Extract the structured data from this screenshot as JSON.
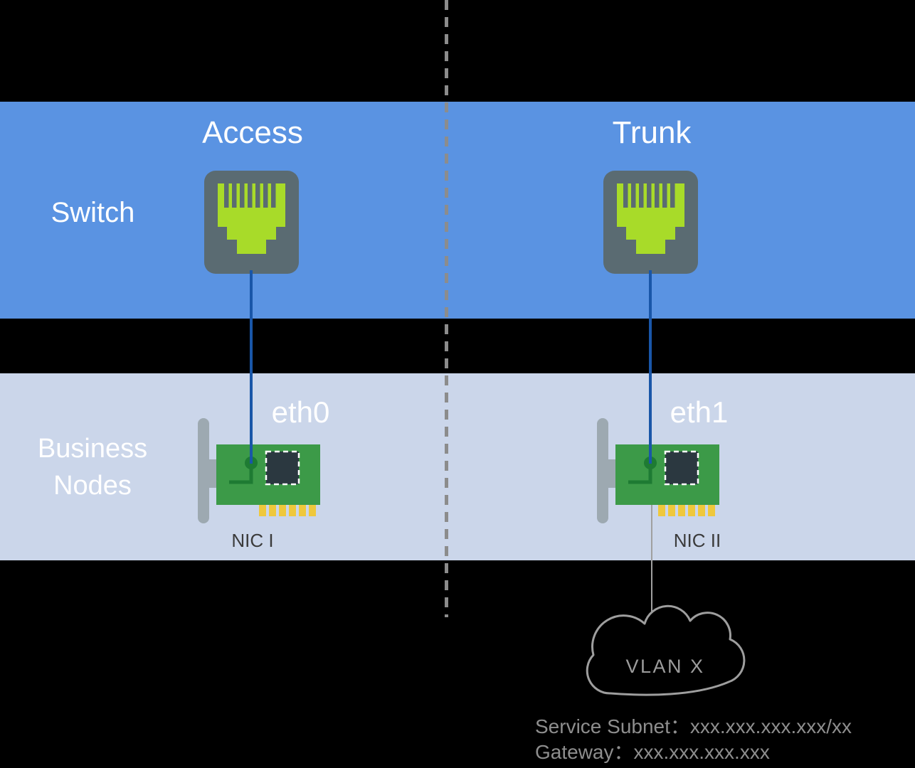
{
  "switch_band": {
    "label": "Switch",
    "ports": [
      {
        "mode": "Access"
      },
      {
        "mode": "Trunk"
      }
    ]
  },
  "business_band": {
    "label": "Business Nodes",
    "nics": [
      {
        "iface": "eth0",
        "name": "NIC I"
      },
      {
        "iface": "eth1",
        "name": "NIC II"
      }
    ]
  },
  "cloud": {
    "label": "VLAN X",
    "service_subnet": "Service Subnet：xxx.xxx.xxx.xxx/xx",
    "gateway": "Gateway：xxx.xxx.xxx.xxx"
  },
  "icons": {
    "port": "ethernet-port-icon",
    "nic": "nic-card-icon",
    "cloud": "cloud-icon",
    "divider": "dashed-divider-line"
  },
  "colors": {
    "switch_band": "#5A93E2",
    "business_band": "#CBD6EA",
    "port_body": "#5A6B72",
    "port_jack_green": "#A8DB29",
    "nic_green": "#3C9A48",
    "nic_dark_green": "#1E7B33",
    "nic_pins_gold": "#EFC83C",
    "nic_bracket_gray": "#9DA9B1",
    "link_blue": "#1956A8",
    "divider_gray": "#8C8C8C",
    "cloud_gray": "#9E9E9E",
    "info_text_gray": "#8E8E8E",
    "background": "#000000"
  }
}
